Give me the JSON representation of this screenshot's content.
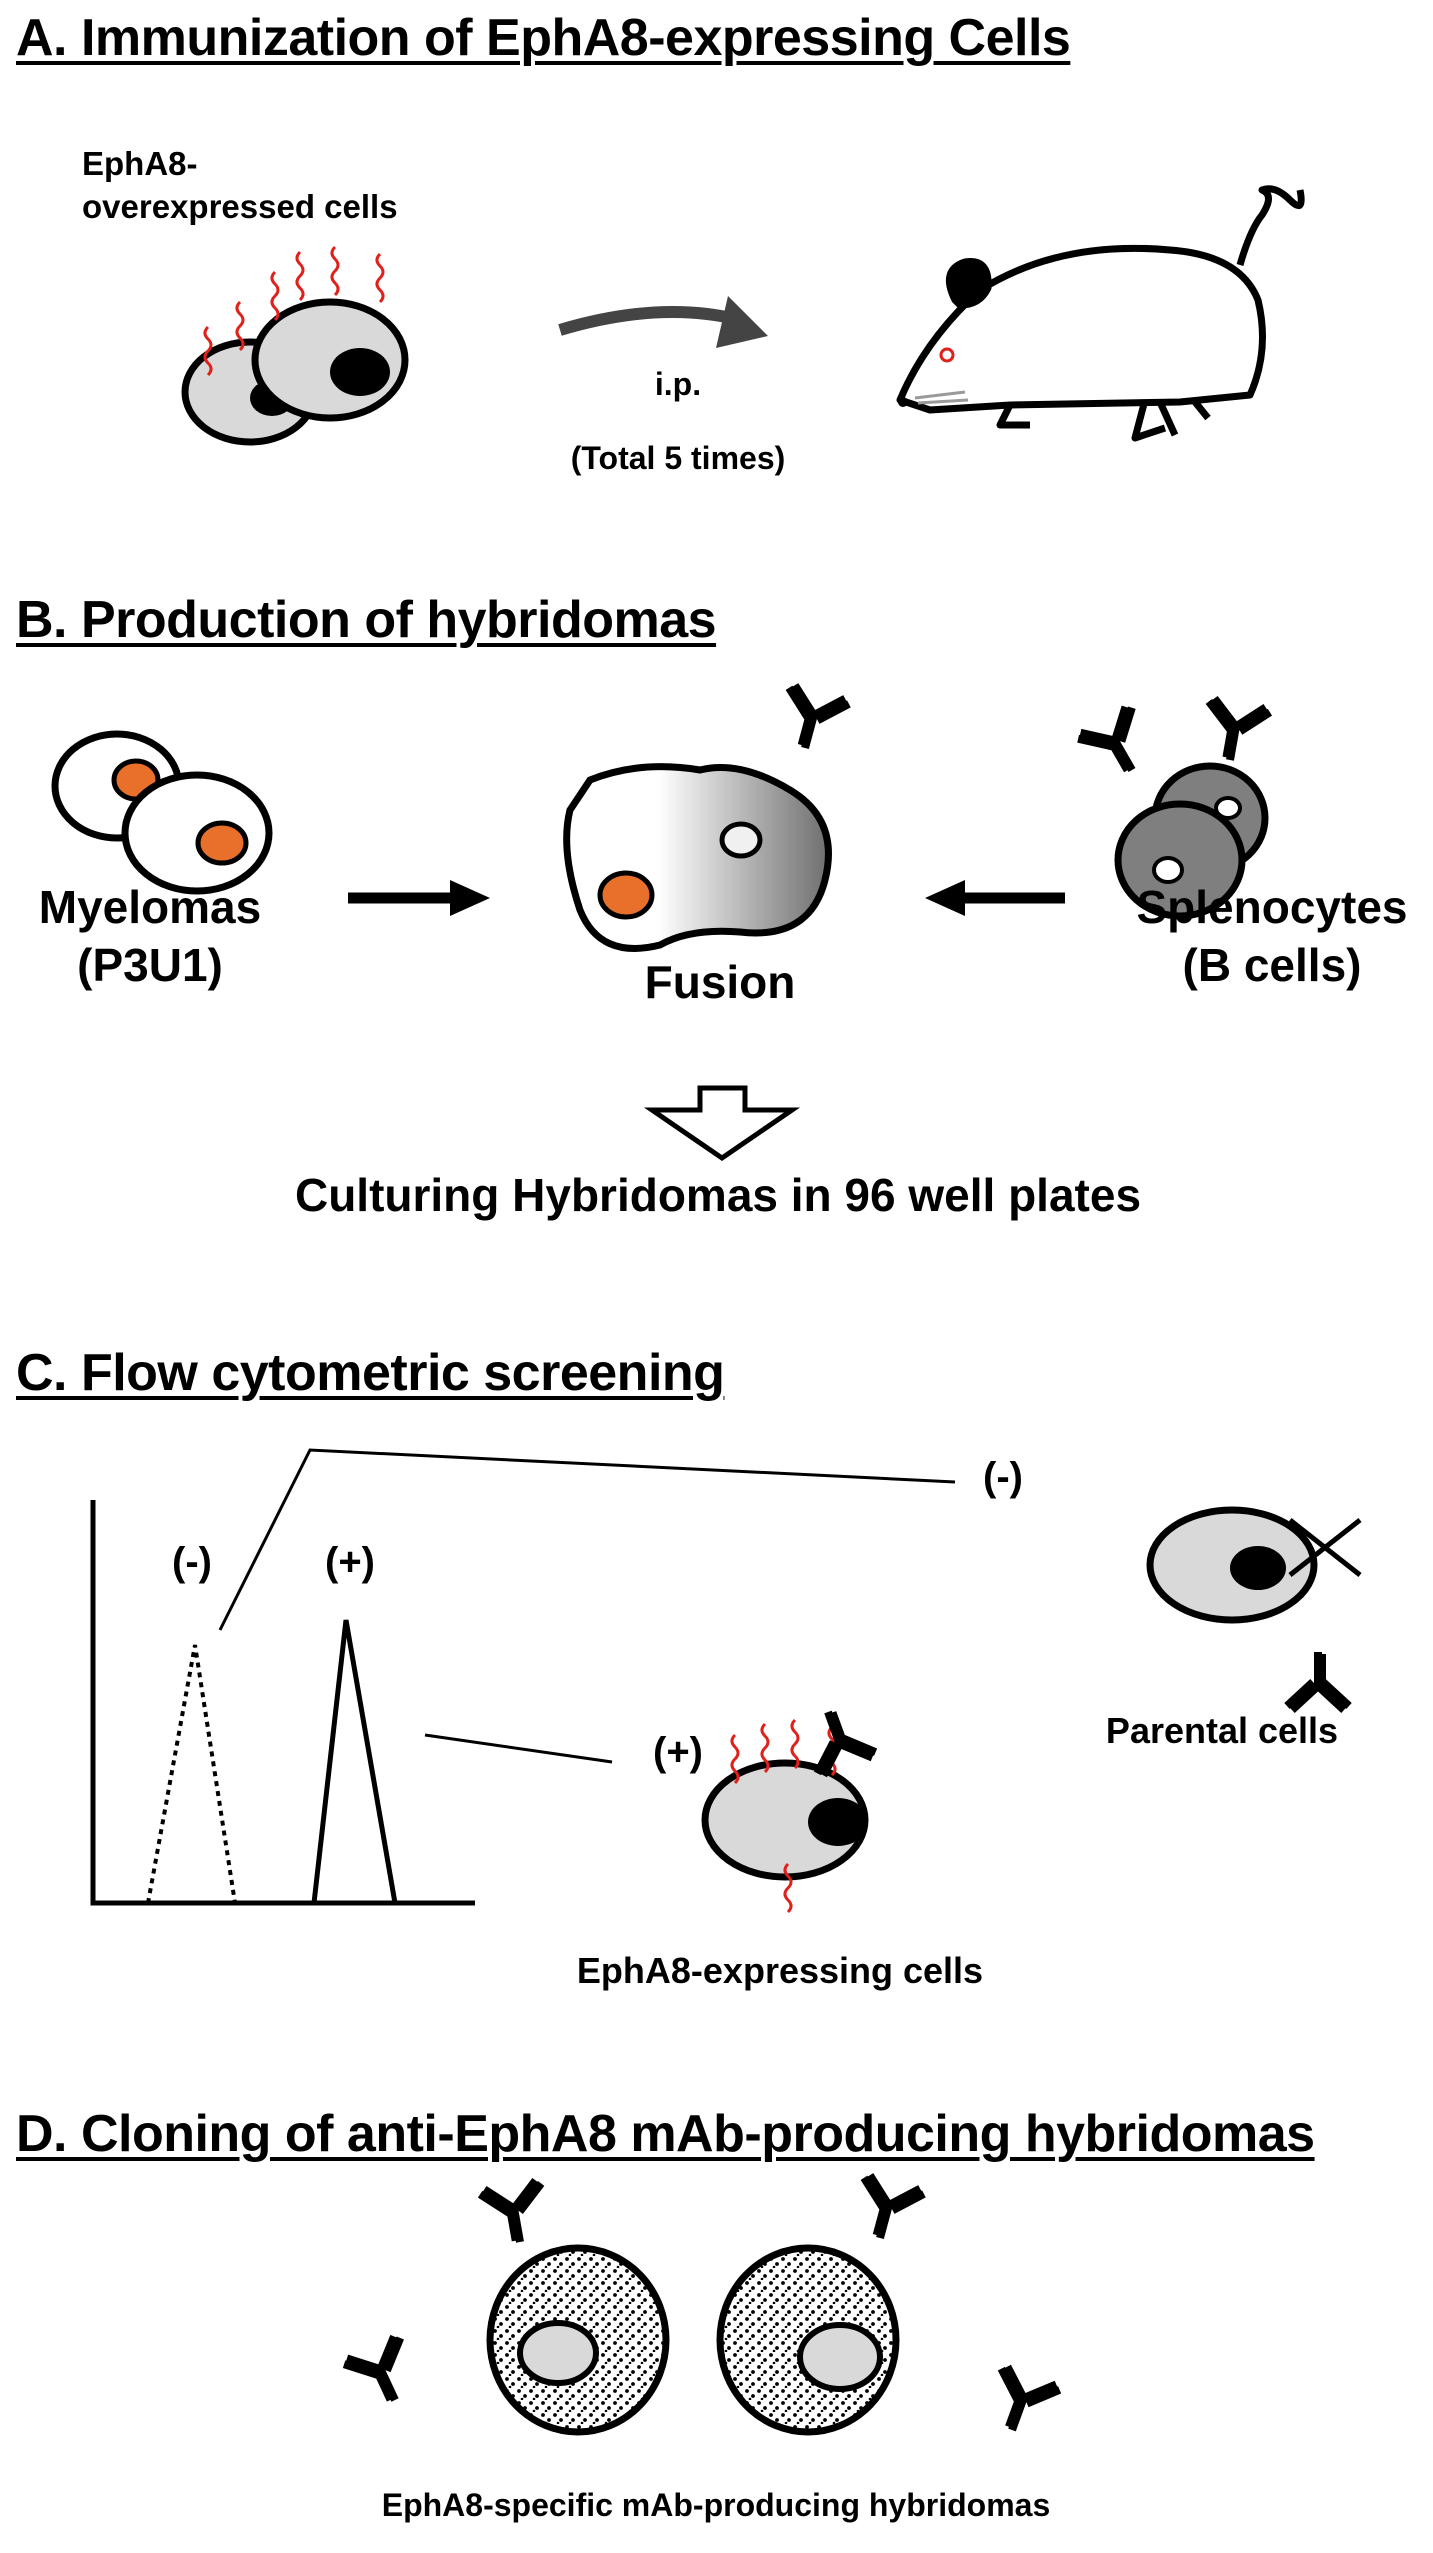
{
  "sections": {
    "a": {
      "heading": "A. Immunization of EphA8-expressing Cells",
      "cells_label": [
        "EphA8-",
        "overexpressed cells"
      ],
      "route": "i.p.",
      "times": "(Total 5 times)"
    },
    "b": {
      "heading": "B. Production of hybridomas",
      "myelomas": [
        "Myelomas",
        "(P3U1)"
      ],
      "fusion": "Fusion",
      "splenocytes": [
        "Splenocytes",
        "(B cells)"
      ],
      "culture": "Culturing Hybridomas in 96 well plates"
    },
    "c": {
      "heading": "C. Flow cytometric screening",
      "neg_peak": "(-)",
      "pos_peak": "(+)",
      "neg_side": "(-)",
      "pos_side": "(+)",
      "parental": "Parental cells",
      "expressing": "EphA8-expressing cells"
    },
    "d": {
      "heading": "D. Cloning of anti-EphA8 mAb-producing hybridomas",
      "caption": "EphA8-specific mAb-producing hybridomas"
    }
  },
  "colors": {
    "ink": "#000000",
    "cell_fill": "#d9d9d9",
    "myeloma_nucleus": "#e8702a",
    "receptor": "#e0201b",
    "spleen_fill": "#7f7f7f",
    "arrow_gray": "#444444"
  }
}
